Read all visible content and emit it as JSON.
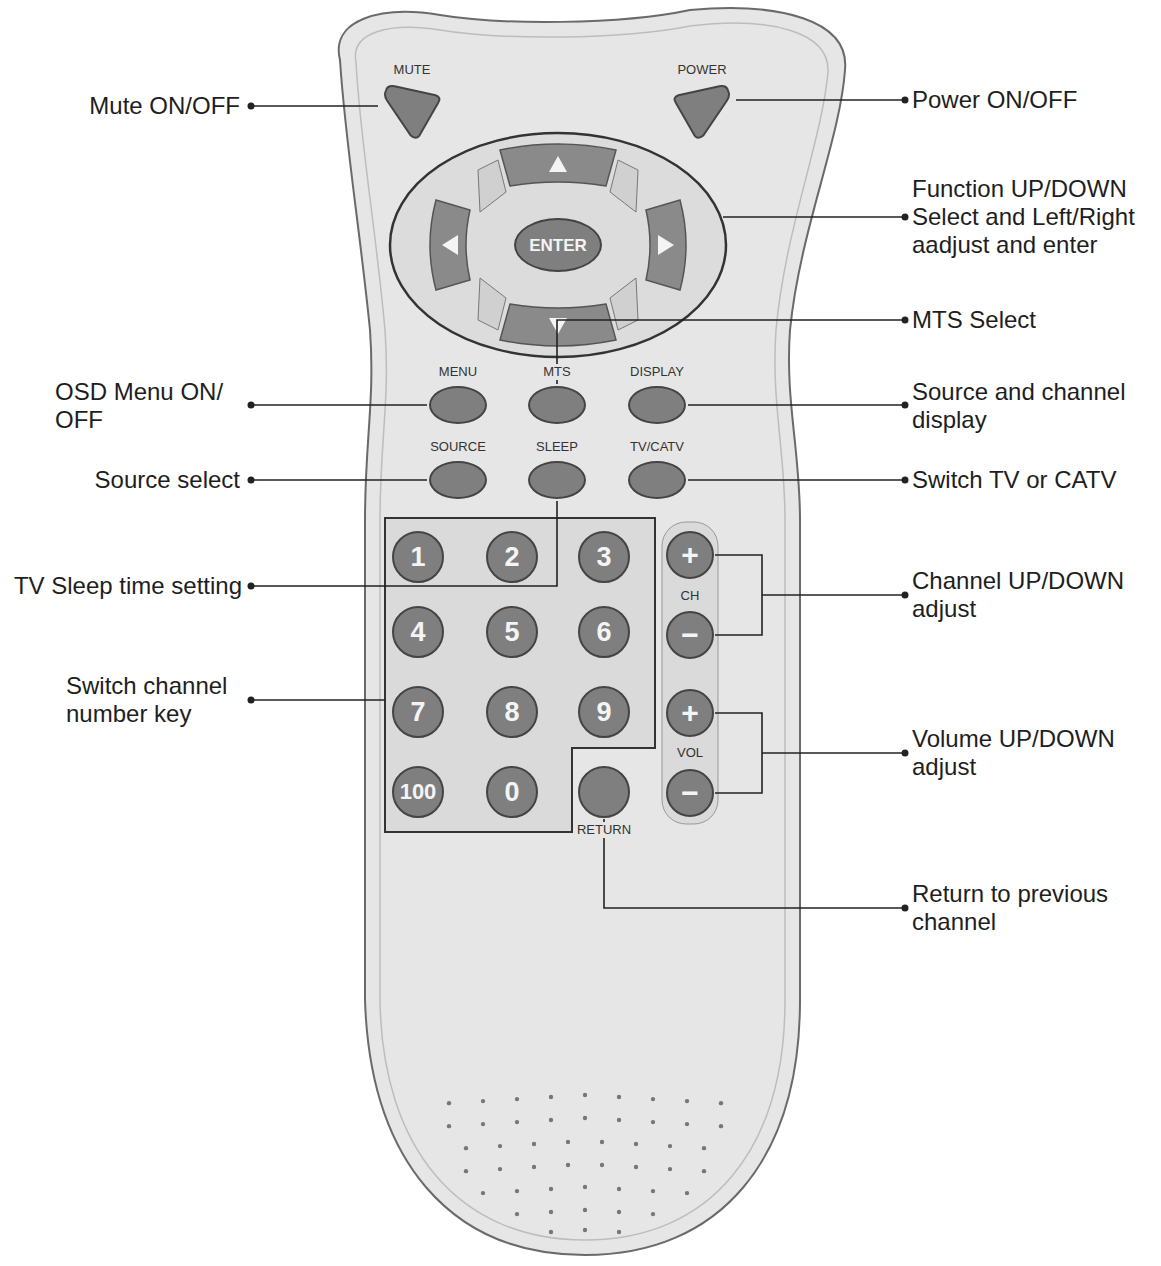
{
  "diagram": {
    "nodes": [
      {
        "text": [
          "MUTE"
        ]
      },
      {
        "text": [
          "POWER"
        ]
      },
      {
        "text": [
          "ENTER"
        ]
      },
      {
        "text": [
          "MENU"
        ]
      },
      {
        "text": [
          "MTS"
        ]
      },
      {
        "text": [
          "DISPLAY"
        ]
      },
      {
        "text": [
          "SOURCE"
        ]
      },
      {
        "text": [
          "SLEEP"
        ]
      },
      {
        "text": [
          "TV/CATV"
        ]
      },
      {
        "text": [
          "1"
        ]
      },
      {
        "text": [
          "2"
        ]
      },
      {
        "text": [
          "3"
        ]
      },
      {
        "text": [
          "+"
        ]
      },
      {
        "text": [
          "4"
        ]
      },
      {
        "text": [
          "5"
        ]
      },
      {
        "text": [
          "6"
        ]
      },
      {
        "text": [
          "−"
        ]
      },
      {
        "text": [
          "7"
        ]
      },
      {
        "text": [
          "8"
        ]
      },
      {
        "text": [
          "9"
        ]
      },
      {
        "text": [
          "+"
        ]
      },
      {
        "text": [
          "100"
        ]
      },
      {
        "text": [
          "0"
        ]
      },
      {
        "text": [
          "RETURN"
        ]
      },
      {
        "text": [
          "−"
        ]
      }
    ],
    "labels": [
      "Mute ON/OFF",
      "Power ON/OFF",
      "Function UP/DOWN Select and Left/Right aadjust and enter",
      "MTS Select",
      "OSD Menu ON/ OFF",
      "Source and channel display",
      "Source select",
      "Switch TV or CATV",
      "TV Sleep time setting",
      "Channel UP/DOWN adjust",
      "Switch channel number key",
      "Volume UP/DOWN adjust",
      "Return to previous channel",
      "CH",
      "VOL"
    ]
  }
}
